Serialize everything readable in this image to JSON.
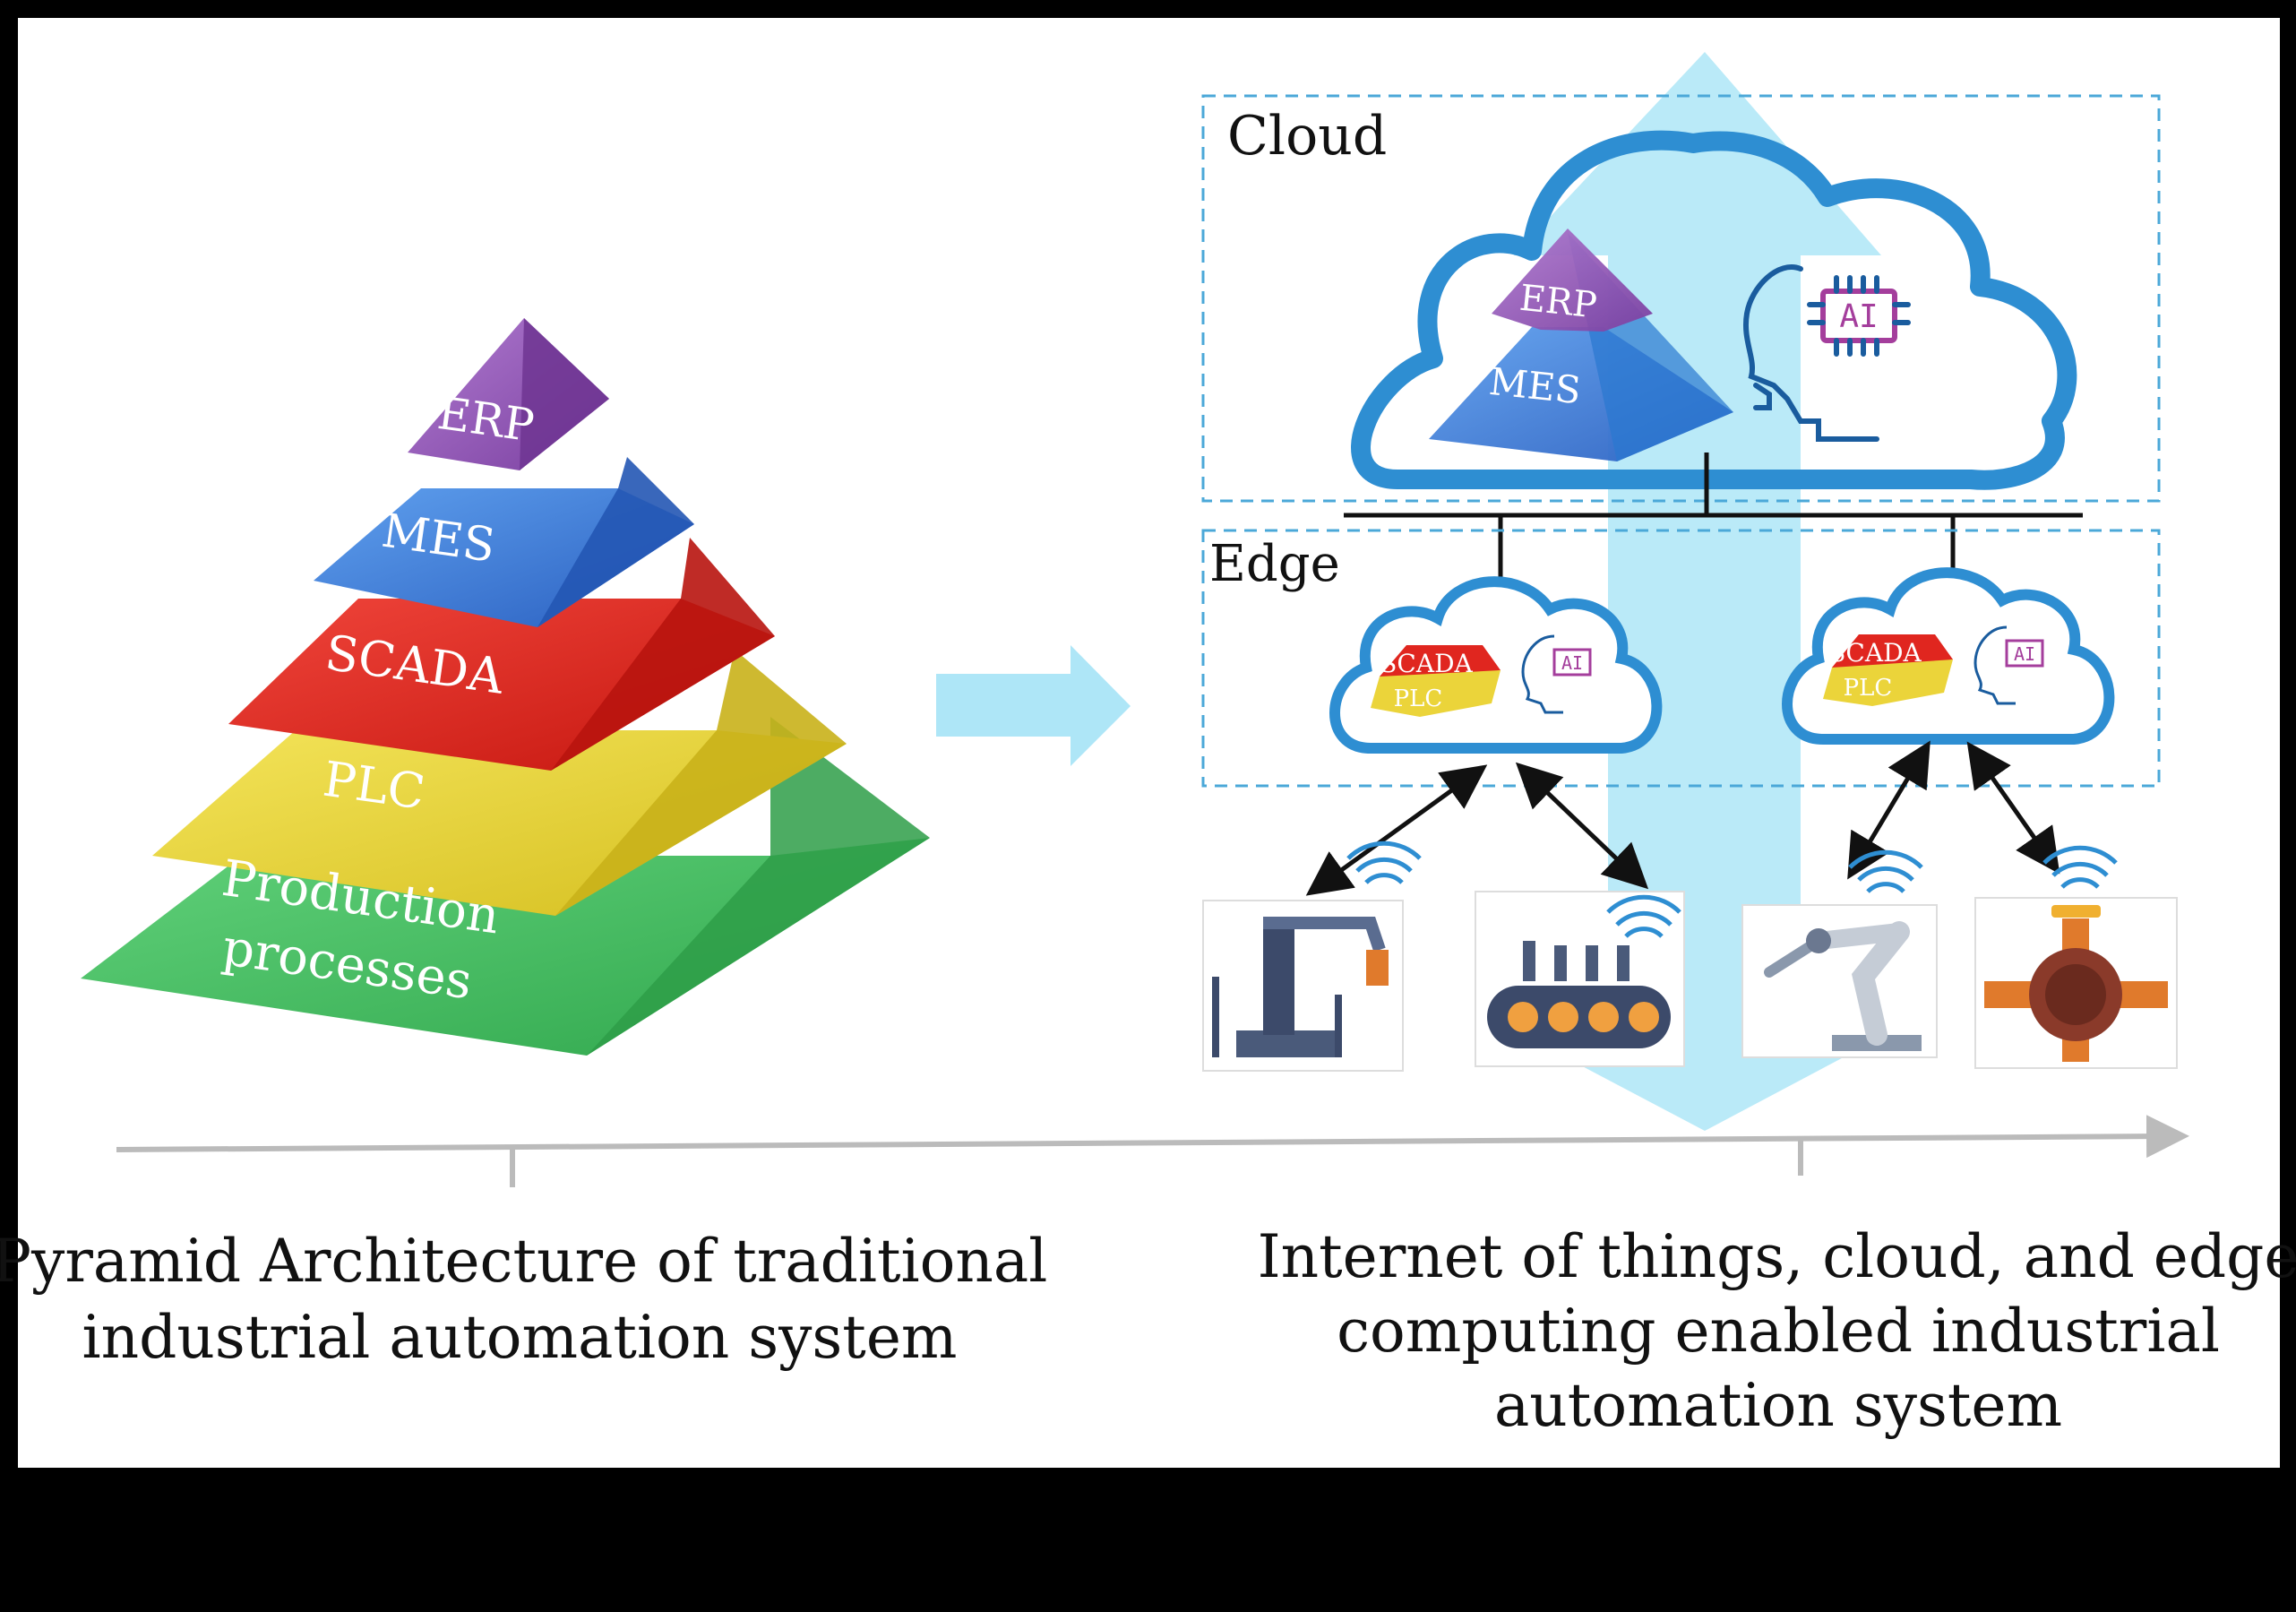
{
  "pyramid": {
    "layers": [
      "ERP",
      "MES",
      "SCADA",
      "PLC",
      "Production",
      "processes"
    ]
  },
  "cloud": {
    "title": "Cloud",
    "pyramid_layers": [
      "ERP",
      "MES"
    ],
    "ai_badge": "AI"
  },
  "edge": {
    "title": "Edge",
    "nodes": [
      {
        "layers": [
          "SCADA",
          "PLC"
        ],
        "ai_badge": "AI"
      },
      {
        "layers": [
          "SCADA",
          "PLC"
        ],
        "ai_badge": "AI"
      }
    ]
  },
  "captions": {
    "left": [
      "Pyramid Architecture of traditional",
      "industrial automation system"
    ],
    "right": [
      "Internet of things, cloud, and edge",
      "computing enabled industrial",
      "automation system"
    ]
  },
  "colors": {
    "erp": "#8E55B0",
    "mes": "#3F86E0",
    "scada": "#E0261F",
    "plc": "#EBD43A",
    "production": "#4CC064",
    "flow_arrow": "#AEE6F7",
    "cloud_outline": "#2E8ED2",
    "dashed_box": "#4BA8D8"
  },
  "devices": [
    "crane-machine",
    "bottling-conveyor",
    "robotic-arm",
    "pipe-valve"
  ]
}
